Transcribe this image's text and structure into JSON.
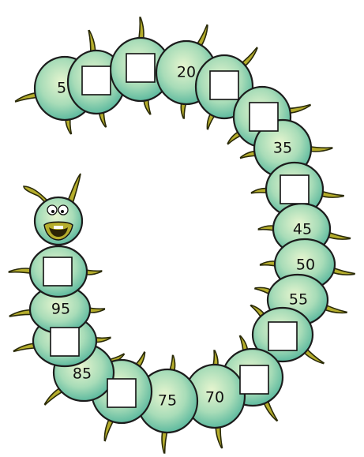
{
  "caterpillar": {
    "sequence": [
      {
        "label": "5",
        "blank": false
      },
      {
        "label": "",
        "blank": true
      },
      {
        "label": "",
        "blank": true
      },
      {
        "label": "20",
        "blank": false
      },
      {
        "label": "",
        "blank": true
      },
      {
        "label": "",
        "blank": true
      },
      {
        "label": "35",
        "blank": false
      },
      {
        "label": "",
        "blank": true
      },
      {
        "label": "45",
        "blank": false
      },
      {
        "label": "50",
        "blank": false
      },
      {
        "label": "55",
        "blank": false
      },
      {
        "label": "",
        "blank": true
      },
      {
        "label": "",
        "blank": true
      },
      {
        "label": "70",
        "blank": false
      },
      {
        "label": "75",
        "blank": false
      },
      {
        "label": "",
        "blank": true
      },
      {
        "label": "85",
        "blank": false
      },
      {
        "label": "",
        "blank": true
      },
      {
        "label": "95",
        "blank": false
      },
      {
        "label": "",
        "blank": true
      }
    ],
    "colors": {
      "body_light": "#e6f5cf",
      "body_dark": "#4fb39a",
      "legs": "#b5ad2c",
      "outline": "#1c1c1c"
    }
  }
}
